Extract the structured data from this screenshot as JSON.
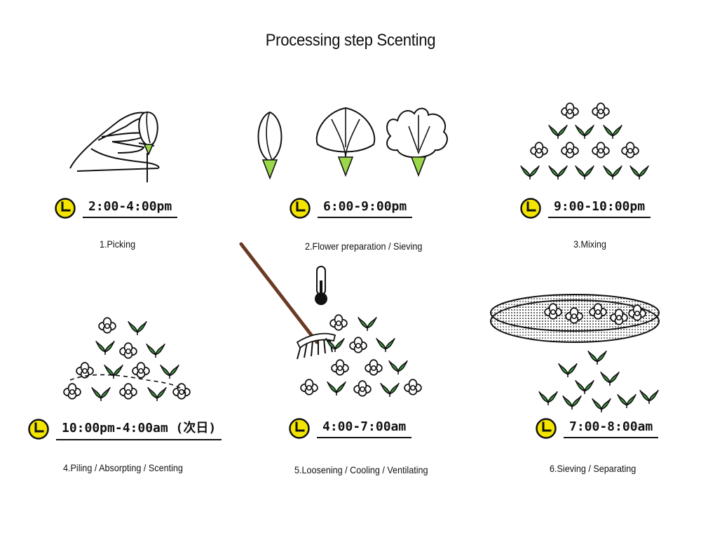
{
  "title": "Processing step Scenting",
  "steps": [
    {
      "time": "2:00-4:00pm",
      "label": "1.Picking"
    },
    {
      "time": "6:00-9:00pm",
      "label": "2.Flower preparation / Sieving"
    },
    {
      "time": "9:00-10:00pm",
      "label": "3.Mixing"
    },
    {
      "time": "10:00pm-4:00am (次日)",
      "label": "4.Piling / Absorpting / Scenting"
    },
    {
      "time": "4:00-7:00am",
      "label": "5.Loosening / Cooling / Ventilating"
    },
    {
      "time": "7:00-8:00am",
      "label": "6.Sieving  / Separating"
    }
  ],
  "colors": {
    "clock": "#f3e500",
    "leaf": "#3f9a3f",
    "stem": "#9ad84a",
    "rake": "#6b3a24",
    "ink": "#111111"
  }
}
